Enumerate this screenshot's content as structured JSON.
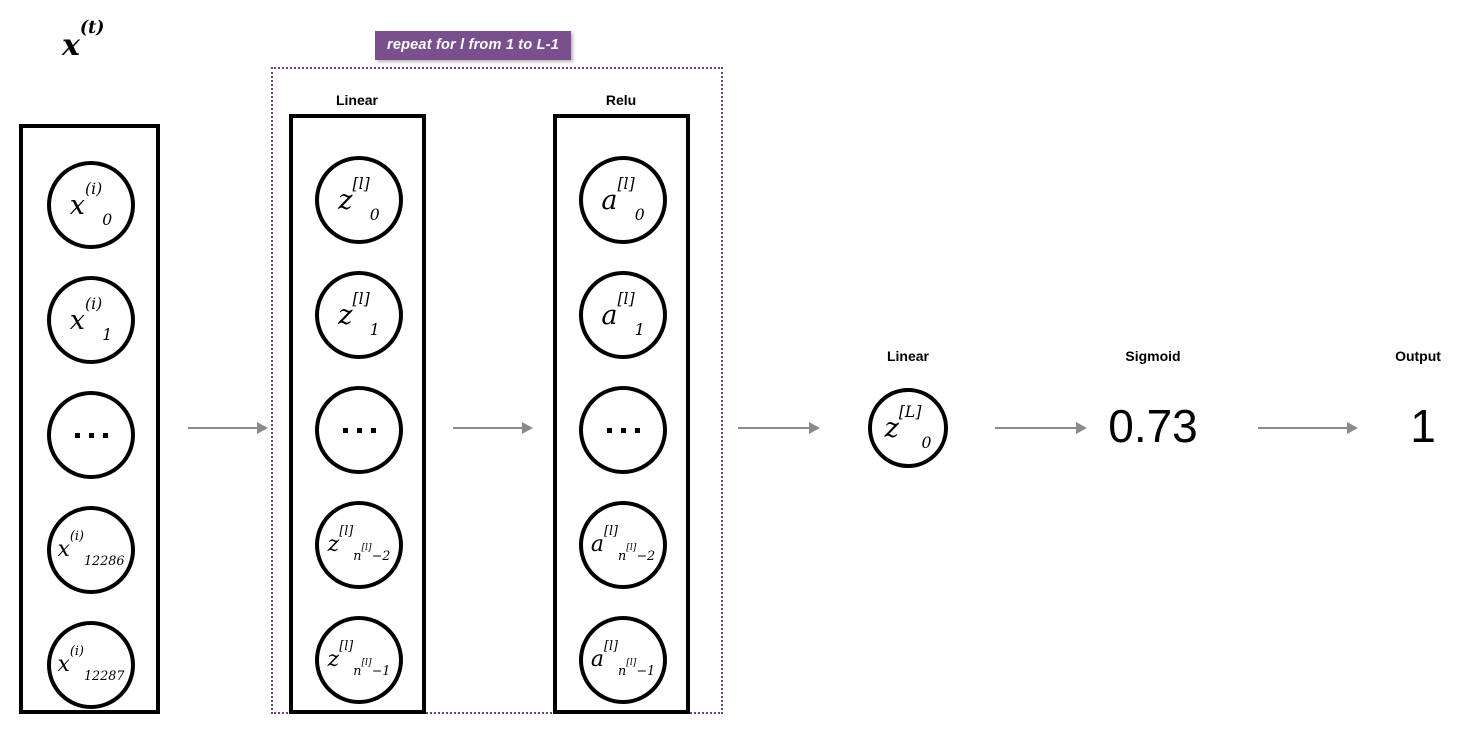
{
  "diagram": {
    "title_label": "x",
    "title_sup": "(t)",
    "repeat_note": "repeat for l from 1 to L-1"
  },
  "captions": {
    "linear_hidden": "Linear",
    "relu_hidden": "Relu",
    "linear_output": "Linear",
    "sigmoid": "Sigmoid",
    "output": "Output"
  },
  "input_layer": {
    "name": "input-layer",
    "nodes": [
      {
        "base": "x",
        "sup": "(i)",
        "sub": "0"
      },
      {
        "base": "x",
        "sup": "(i)",
        "sub": "1"
      },
      {
        "base": "",
        "sup": "",
        "sub": "",
        "ellipsis": true
      },
      {
        "base": "x",
        "sup": "(i)",
        "sub": "12286"
      },
      {
        "base": "x",
        "sup": "(i)",
        "sub": "12287"
      }
    ]
  },
  "linear_layer": {
    "name": "linear-hidden-layer",
    "nodes": [
      {
        "base": "z",
        "sup": "[l]",
        "sub": "0"
      },
      {
        "base": "z",
        "sup": "[l]",
        "sub": "1"
      },
      {
        "base": "",
        "sup": "",
        "sub": "",
        "ellipsis": true
      },
      {
        "base": "z",
        "sup": "[l]",
        "sub": "n",
        "sub_sup": "[l]",
        "sub_tail": "−2"
      },
      {
        "base": "z",
        "sup": "[l]",
        "sub": "n",
        "sub_sup": "[l]",
        "sub_tail": "−1"
      }
    ]
  },
  "relu_layer": {
    "name": "relu-hidden-layer",
    "nodes": [
      {
        "base": "a",
        "sup": "[l]",
        "sub": "0"
      },
      {
        "base": "a",
        "sup": "[l]",
        "sub": "1"
      },
      {
        "base": "",
        "sup": "",
        "sub": "",
        "ellipsis": true
      },
      {
        "base": "a",
        "sup": "[l]",
        "sub": "n",
        "sub_sup": "[l]",
        "sub_tail": "−2"
      },
      {
        "base": "a",
        "sup": "[l]",
        "sub": "n",
        "sub_sup": "[l]",
        "sub_tail": "−1"
      }
    ]
  },
  "output_linear": {
    "base": "z",
    "sup": "[L]",
    "sub": "0"
  },
  "sigmoid_value": "0.73",
  "output_value": "1",
  "colors": {
    "accent_purple": "#7a4f8e",
    "dotted_border": "#6f3f87",
    "arrow_gray": "#8a8a8a",
    "stroke_black": "#000000",
    "background": "#ffffff"
  }
}
